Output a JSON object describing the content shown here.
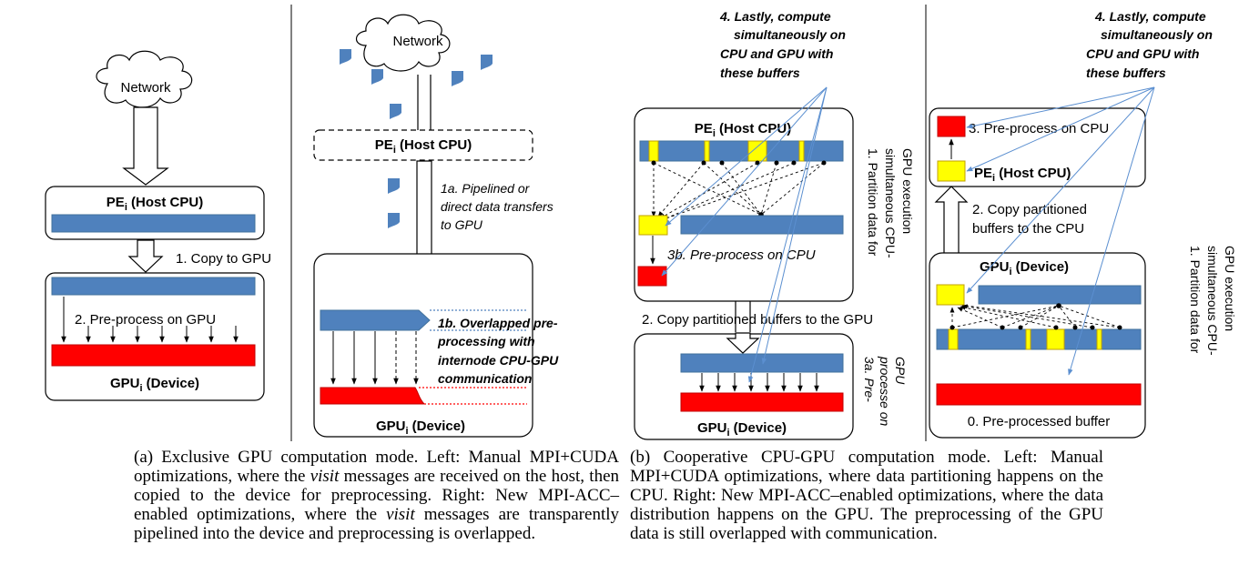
{
  "panel_a_left": {
    "network": "Network",
    "host_pre": "PE",
    "host_sub": "i",
    "host_post": " (Host CPU)",
    "copy": "1. Copy to GPU",
    "preprocess": "2. Pre-process on GPU",
    "device_pre": "GPU",
    "device_sub": "i",
    "device_post": " (Device)"
  },
  "panel_a_right": {
    "network": "Network",
    "host_pre": "PE",
    "host_sub": "i",
    "host_post": " (Host CPU)",
    "note_1a": [
      "1a. Pipelined or",
      "direct data transfers",
      "to GPU"
    ],
    "note_1b": [
      "1b. Overlapped pre-",
      "processing with",
      "internode CPU-GPU",
      "communication"
    ],
    "device_pre": "GPU",
    "device_sub": "i",
    "device_post": " (Device)"
  },
  "panel_b_left": {
    "lastly": [
      "4. Lastly, compute",
      "simultaneously on",
      "CPU and GPU with",
      "these buffers"
    ],
    "host_pre": "PE",
    "host_sub": "i",
    "host_post": " (Host CPU)",
    "partition": [
      "1. Partition data for",
      "simultaneous CPU-",
      "GPU execution"
    ],
    "preprocess_cpu": "3b. Pre-process on CPU",
    "copy": "2. Copy partitioned buffers to the GPU",
    "gpu_pre": [
      "3a. Pre-",
      "processe on",
      "GPU"
    ],
    "device_pre": "GPU",
    "device_sub": "i",
    "device_post": " (Device)"
  },
  "panel_b_right": {
    "lastly": [
      "4. Lastly, compute",
      "simultaneously on",
      "CPU and GPU with",
      "these buffers"
    ],
    "preprocess_cpu": "3. Pre-process on CPU",
    "host_pre": "PE",
    "host_sub": "i",
    "host_post": " (Host CPU)",
    "copy": [
      "2. Copy partitioned",
      "buffers to the CPU"
    ],
    "device_pre": "GPU",
    "device_sub": "i",
    "device_post": " (Device)",
    "partition": [
      "1. Partition data for",
      "simultaneous CPU-",
      "GPU execution"
    ],
    "buffer": "0. Pre-processed buffer"
  },
  "caption_a": {
    "t1": "(a) Exclusive GPU computation mode. Left: Manual MPI+CUDA optimizations, where the ",
    "i1": "visit",
    "t2": " messages are received on the host, then copied to the device for preprocessing. Right: New MPI-ACC–enabled optimizations, where the ",
    "i2": "visit",
    "t3": " messages are transparently pipelined into the device and preprocessing is overlapped."
  },
  "caption_b": "(b) Cooperative CPU-GPU computation mode. Left: Manual MPI+CUDA optimizations, where data partitioning happens on the CPU. Right: New MPI-ACC–enabled optimizations, where the data distribution happens on the GPU. The preprocessing of the GPU data is still overlapped with communication.",
  "colors": {
    "blue_bar": "#4f81bd",
    "red_bar": "#ff0000",
    "yellow_block": "#ffff00",
    "arrow_blue": "#5b8fd0"
  }
}
